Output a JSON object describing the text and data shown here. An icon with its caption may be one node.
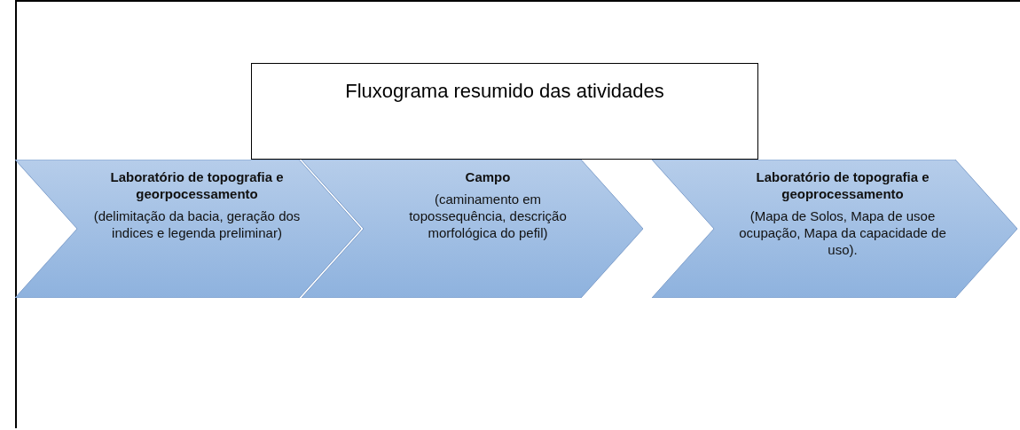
{
  "diagram": {
    "nodes": [
      {
        "text": [
          "Fluxograma resumido das atividades"
        ]
      },
      {
        "text": [
          "Laboratório de topografia e georpocessamento",
          "(delimitação da bacia, geração dos indices e legenda preliminar)"
        ]
      },
      {
        "text": [
          "Campo",
          "(caminamento em topossequência, descrição morfológica do pefil)"
        ]
      },
      {
        "text": [
          "Laboratório de topografia e geoprocessamento",
          "(Mapa de Solos, Mapa de usoe ocupação, Mapa da capacidade de uso)."
        ]
      }
    ]
  }
}
